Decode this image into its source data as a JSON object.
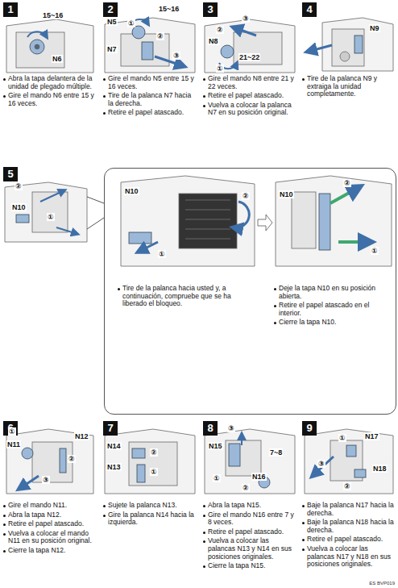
{
  "diagram": {
    "nodes": [
      {
        "text": [
          "1"
        ]
      },
      {
        "text": [
          "2"
        ]
      },
      {
        "text": [
          "3"
        ]
      },
      {
        "text": [
          "4"
        ]
      },
      {
        "text": [
          "5"
        ]
      },
      {
        "text": [
          "Tire de la palanca hacia usted y, a continuación, compruebe que se ha liberado el bloqueo.",
          "Deje la tapa N10 en su posición abierta.",
          "Retire el papel atascado en el interior.",
          "Cierre la tapa N10."
        ]
      },
      {
        "text": [
          "6"
        ]
      },
      {
        "text": [
          "7"
        ]
      },
      {
        "text": [
          "8"
        ]
      },
      {
        "text": [
          "9"
        ]
      }
    ],
    "labels": [
      "Abra la tapa delantera de la unidad de plegado múltiple.",
      "Gire el mando N6 entre 15 y 16 veces.",
      "Gire el mando N5 entre 15 y 16 veces.",
      "Tire de la palanca N7 hacia la derecha.",
      "Retire el papel atascado.",
      "Gire el mando N8 entre 21 y 22 veces.",
      "Retire el papel atascado.",
      "Vuelva a colocar la palanca N7 en su posición original.",
      "Tire de la palanca N9 y extraiga la unidad completamente.",
      "Gire el mando N11.",
      "Abra la tapa N12.",
      "Retire el papel atascado.",
      "Vuelva a colocar el mando N11 en su posición original.",
      "Cierre la tapa N12.",
      "Sujete la palanca N13.",
      "Gire la palanca N14 hacia la izquierda.",
      "Abra la tapa N15.",
      "Gire el mando N16 entre 7 y 8 veces.",
      "Retire el papel atascado.",
      "Vuelva a colocar las palancas N13 y N14 en sus posiciones originales.",
      "Cierre la tapa N15.",
      "Baje la palanca N17 hacia la derecha.",
      "Baje la palanca N18 hacia la derecha.",
      "Retire el papel atascado.",
      "Vuelva a colocar las palancas N17 y N18 en sus posiciones originales.",
      "15~16",
      "N6",
      "15~16",
      "N5",
      "N7",
      "①",
      "②",
      "③",
      "N8",
      "③",
      "②",
      "①",
      "21~22",
      "N9",
      "②",
      "N10",
      "①",
      "N10",
      "①",
      "②",
      "N10",
      "②",
      "①",
      "①",
      "N11",
      "N12",
      "②",
      "③",
      "N14",
      "N13",
      "②",
      "①",
      "③",
      "N15",
      "7~8",
      "①",
      "N16",
      "②",
      "N17",
      "①",
      "③",
      "②",
      "N18",
      "ES BVP019"
    ]
  }
}
